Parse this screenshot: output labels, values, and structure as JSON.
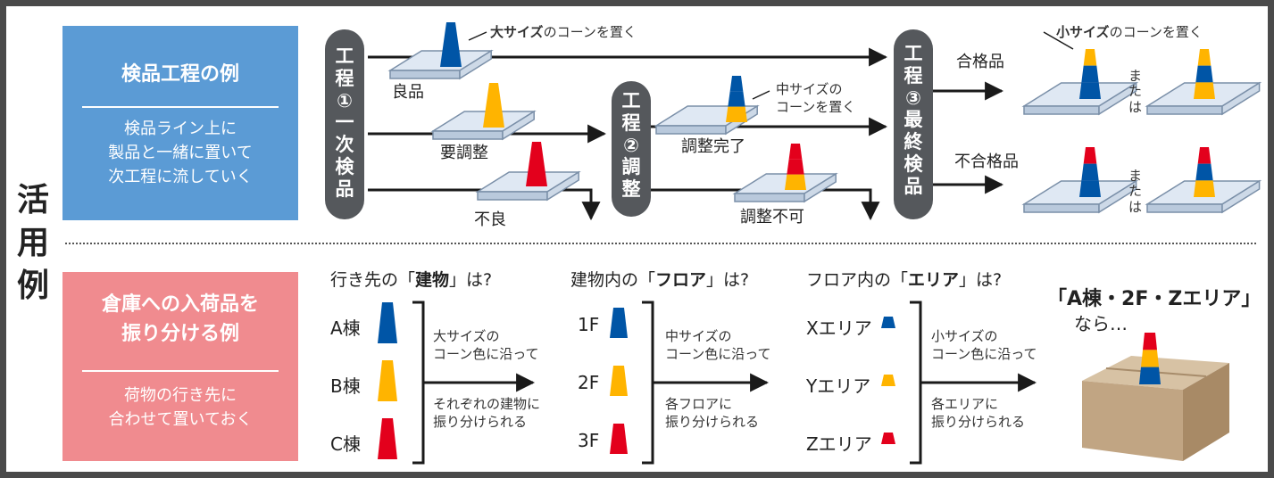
{
  "side_title": [
    "活",
    "用",
    "例"
  ],
  "panel_inspection": {
    "title": "検品工程の例",
    "text": "検品ライン上に\n製品と一緒に置いて\n次工程に流していく",
    "color": "#5b9bd5"
  },
  "panel_warehouse": {
    "title": "倉庫への入荷品を\n振り分ける例",
    "text": "荷物の行き先に\n合わせて置いておく",
    "color": "#f08b8f"
  },
  "colors": {
    "blue": "#0055a6",
    "yellow": "#ffb400",
    "red": "#e3001c",
    "pill": "#55585c",
    "tray": "#dfe8f3"
  },
  "process": {
    "step1": "工\n程\n①\n一\n次\n検\n品",
    "step2": "工\n程\n②\n調\n整",
    "step3": "工\n程\n③\n最\n終\n検\n品",
    "good": "良品",
    "needs_adjust": "要調整",
    "defect": "不良",
    "adjust_done": "調整完了",
    "adjust_fail": "調整不可",
    "pass": "合格品",
    "fail": "不合格品",
    "or1": "ま\nた\nは",
    "or2": "ま\nた\nは",
    "note_large_bold": "大サイズ",
    "note_large_rest": "のコーンを置く",
    "note_medium": "中サイズの\nコーンを置く",
    "note_small_bold": "小サイズ",
    "note_small_rest": "のコーンを置く"
  },
  "sorting": {
    "q1_pre": "行き先の「",
    "q1_bold": "建物",
    "q1_post": "」は?",
    "q2_pre": "建物内の「",
    "q2_bold": "フロア",
    "q2_post": "」は?",
    "q3_pre": "フロア内の「",
    "q3_bold": "エリア",
    "q3_post": "」は?",
    "buildings": [
      "A棟",
      "B棟",
      "C棟"
    ],
    "floors": [
      "1F",
      "2F",
      "3F"
    ],
    "areas": [
      "Xエリア",
      "Yエリア",
      "Zエリア"
    ],
    "note1_top": "大サイズの\nコーン色に沿って",
    "note1_bottom": "それぞれの建物に\n振り分けられる",
    "note2_top": "中サイズの\nコーン色に沿って",
    "note2_bottom": "各フロアに\n振り分けられる",
    "note3_top": "小サイズの\nコーン色に沿って",
    "note3_bottom": "各エリアに\n振り分けられる",
    "example_title": "「A棟・2F・Zエリア」",
    "example_sub": "なら…"
  }
}
